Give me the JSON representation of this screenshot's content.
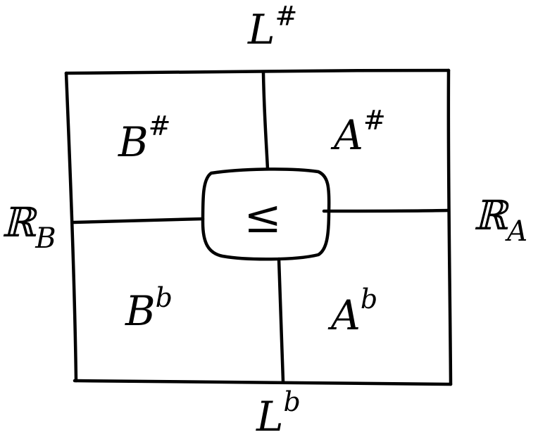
{
  "labels": {
    "top": {
      "main": "L",
      "sup": "#"
    },
    "bottom": {
      "main": "L",
      "sup": "b"
    },
    "left": {
      "main": "ℝ",
      "sub": "B"
    },
    "right": {
      "main": "ℝ",
      "sub": "A"
    },
    "top_left": {
      "main": "B",
      "sup": "#"
    },
    "top_right": {
      "main": "A",
      "sup": "#"
    },
    "bottom_left": {
      "main": "B",
      "sup": "b"
    },
    "bottom_right": {
      "main": "A",
      "sup": "b"
    },
    "center": "≤"
  }
}
